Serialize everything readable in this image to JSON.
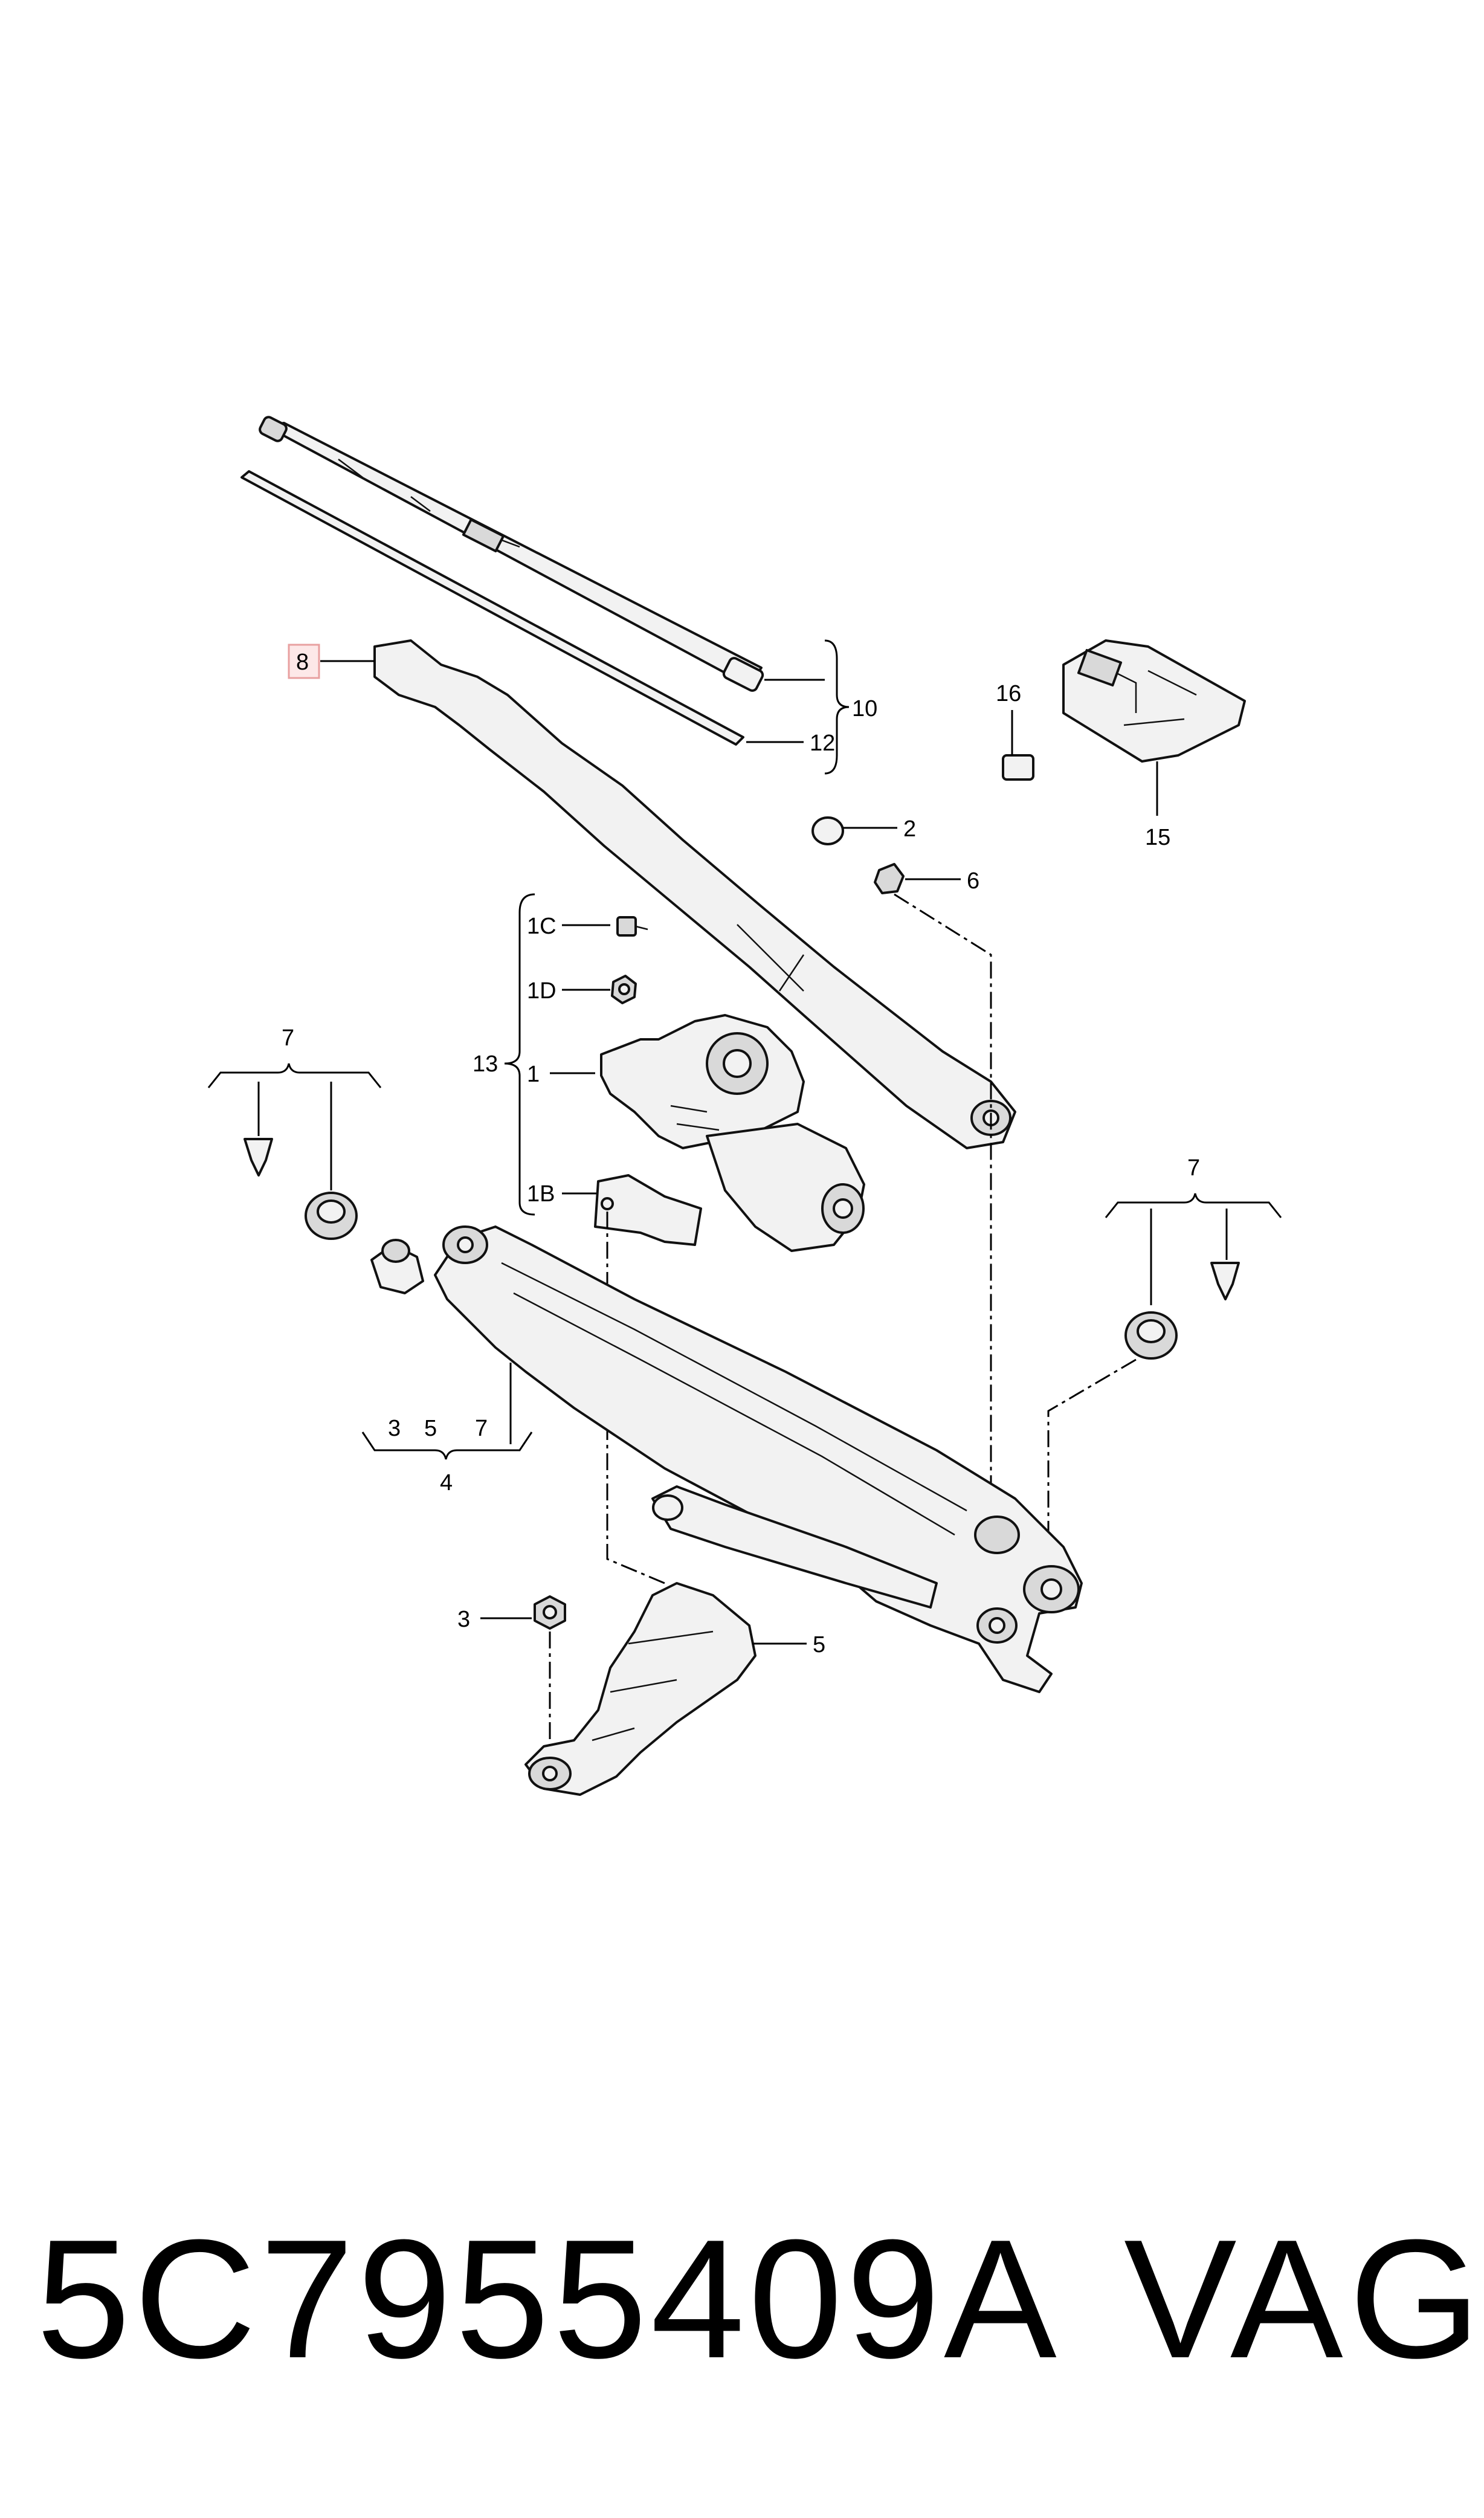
{
  "callouts": {
    "c8": "8",
    "c10": "10",
    "c12": "12",
    "c16": "16",
    "c15": "15",
    "c2": "2",
    "c6": "6",
    "c1C": "1C",
    "c1D": "1D",
    "c13": "13",
    "c1": "1",
    "c1B": "1B",
    "c7_left": "7",
    "c7_right": "7",
    "c3_group": "3",
    "c5_group": "5",
    "c7_group": "7",
    "c4": "4",
    "c3": "3",
    "c5": "5"
  },
  "highlight_color": "#e8a0a0",
  "footer": {
    "part_number": "5C7955409A",
    "brand": "VAG"
  }
}
